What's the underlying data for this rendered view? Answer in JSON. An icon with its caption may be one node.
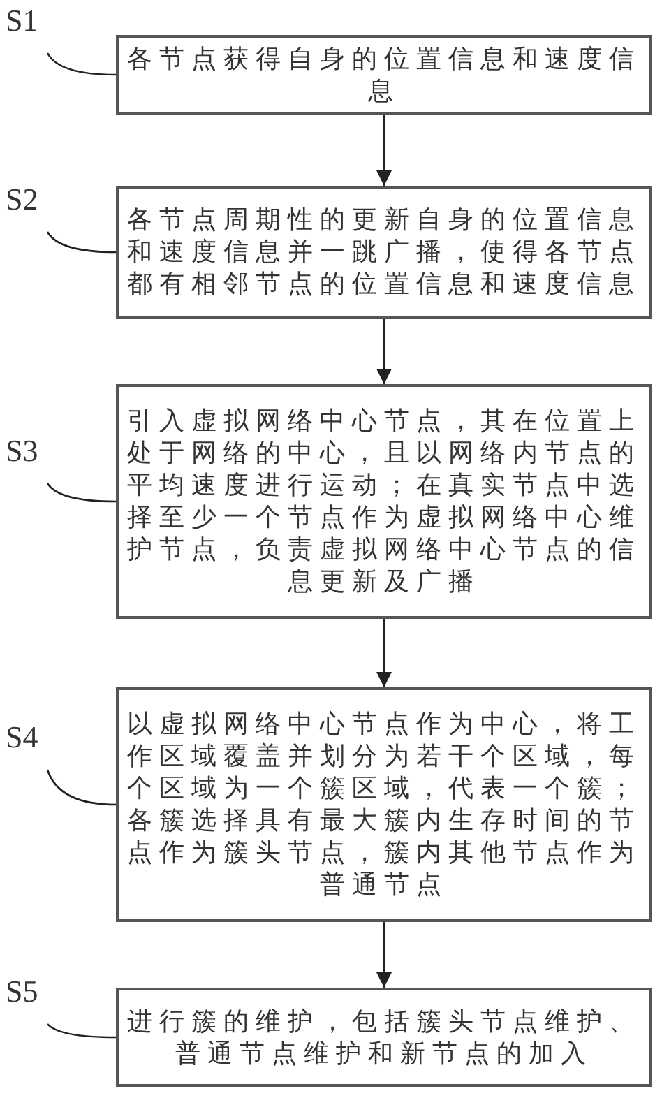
{
  "diagram": {
    "nodes": [
      {
        "text": [
          "S1"
        ]
      },
      {
        "text": [
          "各节点获得自身的位置信息和速度信息"
        ]
      },
      {
        "text": [
          "S2"
        ]
      },
      {
        "text": [
          "各节点周期性的更新自身的位置信息和速度信息并一跳广播，使得各节点都有相邻节点的位置信息和速度信息"
        ]
      },
      {
        "text": [
          "S3"
        ]
      },
      {
        "text": [
          "引入虚拟网络中心节点，其在位置上处于网络的中心，且以网络内节点的平均速度进行运动；在真实节点中选择至少一个节点作为虚拟网络中心维护节点，负责虚拟网络中心节点的信息更新及广播"
        ]
      },
      {
        "text": [
          "S4"
        ]
      },
      {
        "text": [
          "以虚拟网络中心节点作为中心，将工作区域覆盖并划分为若干个区域，每个区域为一个簇区域，代表一个簇；各簇选择具有最大簇内生存时间的节点作为簇头节点，簇内其他节点作为普通节点"
        ]
      },
      {
        "text": [
          "S5"
        ]
      },
      {
        "text": [
          "进行簇的维护，包括簇头节点维护、普通节点维护和新节点的加入"
        ]
      }
    ],
    "edges": [
      {
        "from": 0,
        "to": 1,
        "arrow": "none"
      },
      {
        "from": 2,
        "to": 3,
        "arrow": "none"
      },
      {
        "from": 4,
        "to": 5,
        "arrow": "none"
      },
      {
        "from": 6,
        "to": 7,
        "arrow": "none"
      },
      {
        "from": 8,
        "to": 9,
        "arrow": "none"
      },
      {
        "from": 1,
        "to": 3,
        "arrow": "to"
      },
      {
        "from": 3,
        "to": 5,
        "arrow": "to"
      },
      {
        "from": 5,
        "to": 7,
        "arrow": "to"
      },
      {
        "from": 7,
        "to": 9,
        "arrow": "to"
      }
    ]
  }
}
